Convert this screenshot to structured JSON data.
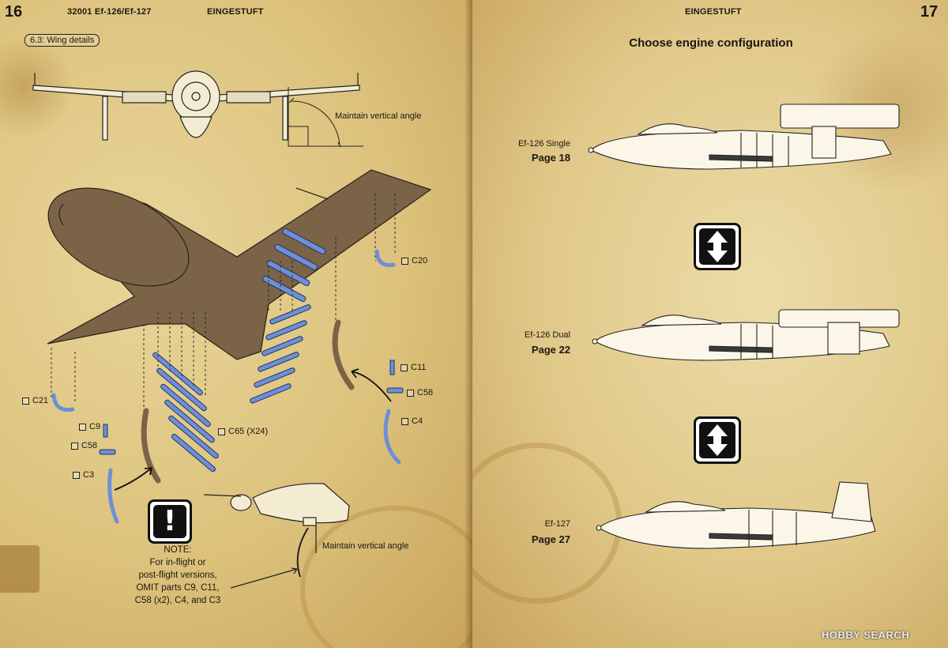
{
  "left_page": {
    "page_number": "16",
    "kit_code": "32001 Ef-126/Ef-127",
    "header": "EINGESTUFT",
    "step": "6.3: Wing details",
    "maintain_angle_top": "Maintain vertical angle",
    "maintain_angle_bottom": "Maintain vertical angle",
    "parts": {
      "c20": "C20",
      "c11": "C11",
      "c58_right": "C58",
      "c4": "C4",
      "c21": "C21",
      "c9": "C9",
      "c58_left": "C58",
      "c3": "C3",
      "c65": "C65 (X24)"
    },
    "note_icon": "exclamation-icon",
    "note": {
      "l1": "NOTE:",
      "l2": "For in-flight or",
      "l3": "post-flight versions,",
      "l4": "OMIT parts  C9, C11,",
      "l5": "C58 (x2), C4, and C3"
    },
    "colors": {
      "paper": "#dcc27c",
      "model_brown": "#7a6347",
      "part_blue": "#6e8fd6"
    }
  },
  "right_page": {
    "page_number": "17",
    "header": "EINGESTUFT",
    "title": "Choose engine configuration",
    "variants": [
      {
        "name": "Ef-126 Single",
        "page": "Page 18"
      },
      {
        "name": "Ef-126 Dual",
        "page": "Page 22"
      },
      {
        "name": "Ef-127",
        "page": "Page 27"
      }
    ],
    "swap_icon": "up-down-arrows-icon"
  },
  "watermark": "HOBBY SEARCH"
}
